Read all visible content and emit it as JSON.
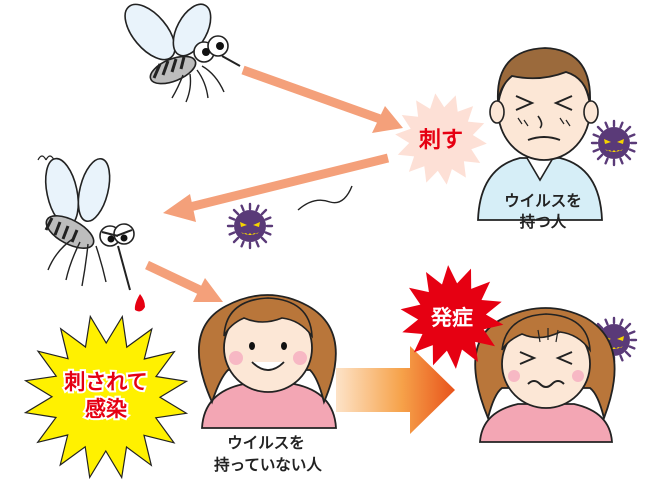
{
  "labels": {
    "sting": "刺す",
    "carrier_line1": "ウイルスを",
    "carrier_line2": "持つ人",
    "stung_line1": "刺されて",
    "stung_line2": "感染",
    "noncarrier_line1": "ウイルスを",
    "noncarrier_line2": "持っていない人",
    "onset": "発症"
  },
  "icons": [
    "mosquito-icon",
    "virus-icon",
    "blood-drop-icon",
    "arrow-icon"
  ],
  "colors": {
    "arrow": "#f4a07a",
    "sting_burst": "#fde0d6",
    "sting_text": "#e60012",
    "yellow_burst": "#fff100",
    "onset_burst": "#e60012",
    "virus": "#5a3a78",
    "virus_eyes": "#f5d400",
    "man_shirt": "#d6eef7",
    "woman_hair": "#b9763a",
    "woman_shirt": "#f3a6b4",
    "skin": "#fce7d6"
  }
}
